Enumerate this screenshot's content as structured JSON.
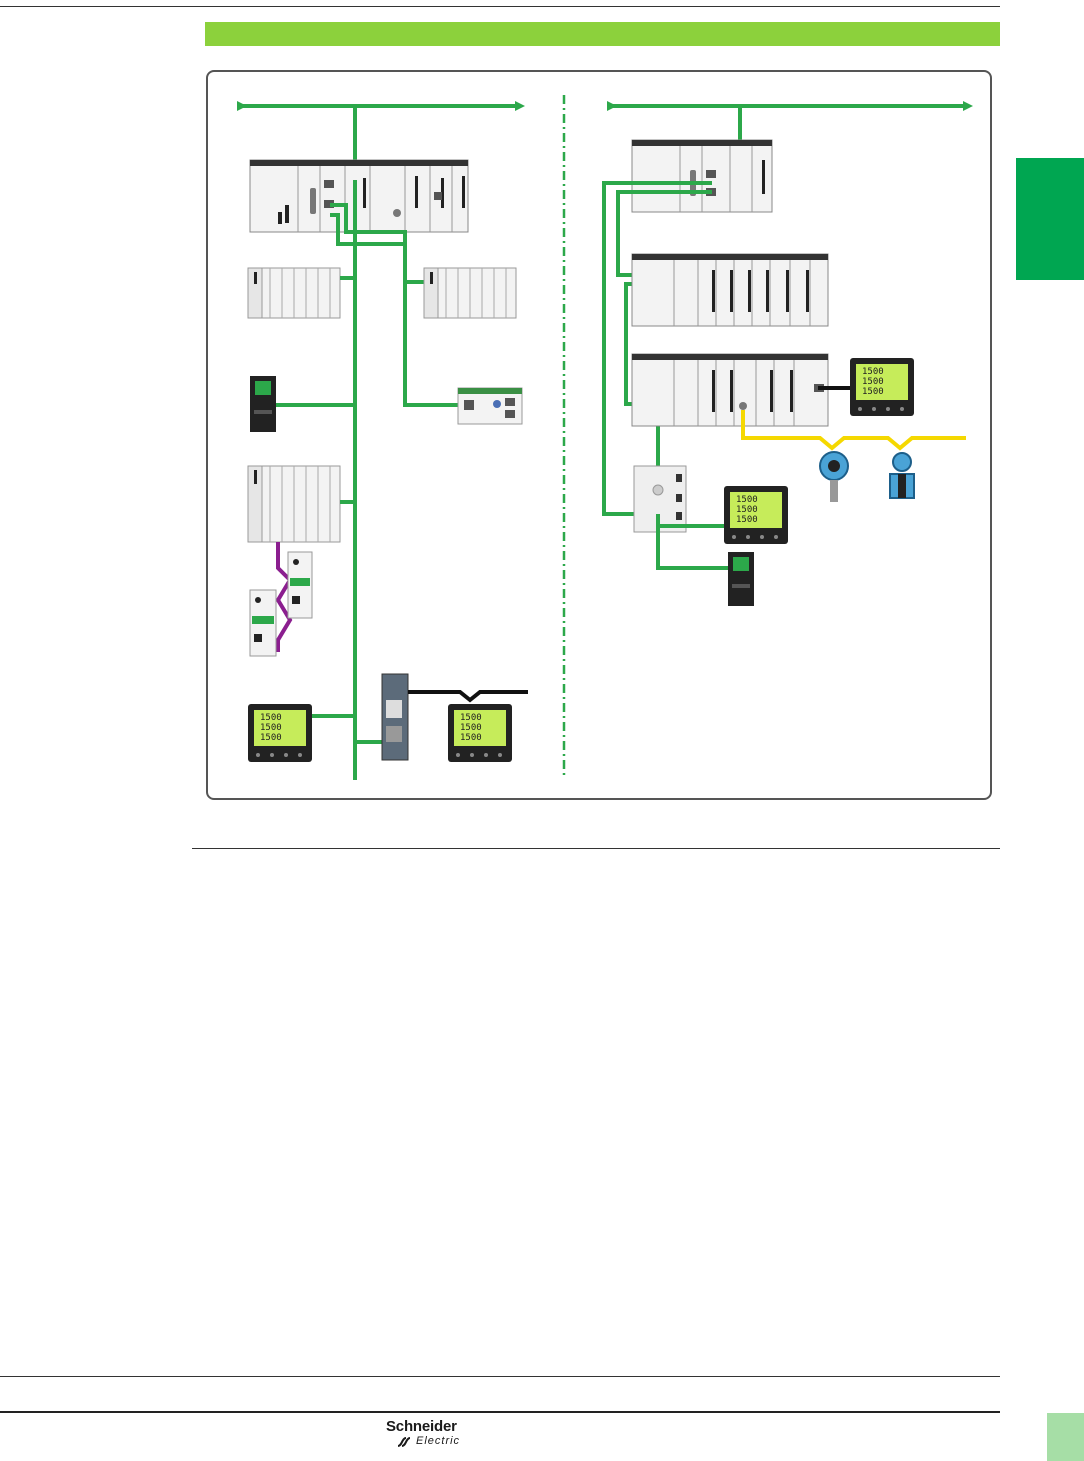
{
  "colors": {
    "header_band": "#8cd13c",
    "side_tab": "#00a651",
    "page_box": "#a6dea6",
    "ethernet": "#2ca84a",
    "purple_bus": "#8b1e8f",
    "yellow_bus": "#f5d800",
    "serial_bus": "#111111",
    "display_screen": "#c6ec5a"
  },
  "diagram": {
    "display_readout": [
      "1500",
      "1500",
      "1500"
    ]
  },
  "footer": {
    "logo_word": "Schneider",
    "logo_sub": "Electric"
  }
}
